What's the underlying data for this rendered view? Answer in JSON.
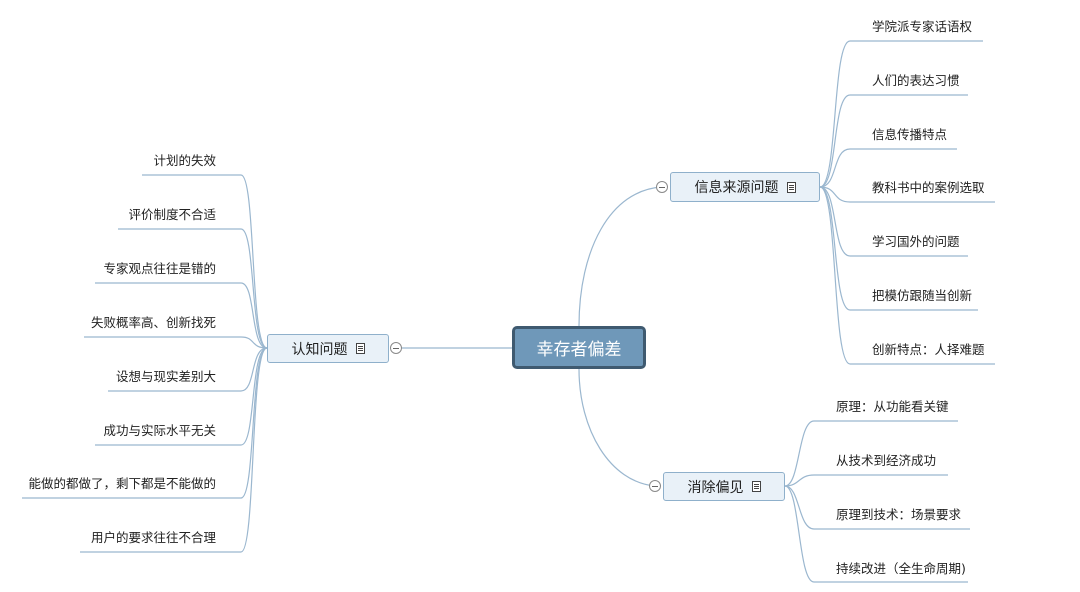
{
  "central": "幸存者偏差",
  "branches": {
    "info": {
      "label": "信息来源问题",
      "items": [
        "学院派专家话语权",
        "人们的表达习惯",
        "信息传播特点",
        "教科书中的案例选取",
        "学习国外的问题",
        "把模仿跟随当创新",
        "创新特点：人择难题"
      ]
    },
    "eliminate": {
      "label": "消除偏见",
      "items": [
        "原理：从功能看关键",
        "从技术到经济成功",
        "原理到技术：场景要求",
        "持续改进（全生命周期)"
      ]
    },
    "cognition": {
      "label": "认知问题",
      "items": [
        "计划的失效",
        "评价制度不合适",
        "专家观点往往是错的",
        "失败概率高、创新找死",
        "设想与现实差别大",
        "成功与实际水平无关",
        "能做的都做了，剩下都是不能做的",
        "用户的要求往往不合理"
      ]
    }
  },
  "colors": {
    "line": "#9bb7cf",
    "central_fill": "#6f98b9",
    "central_border": "#3f5a70",
    "node_fill": "#e9f1f8"
  }
}
